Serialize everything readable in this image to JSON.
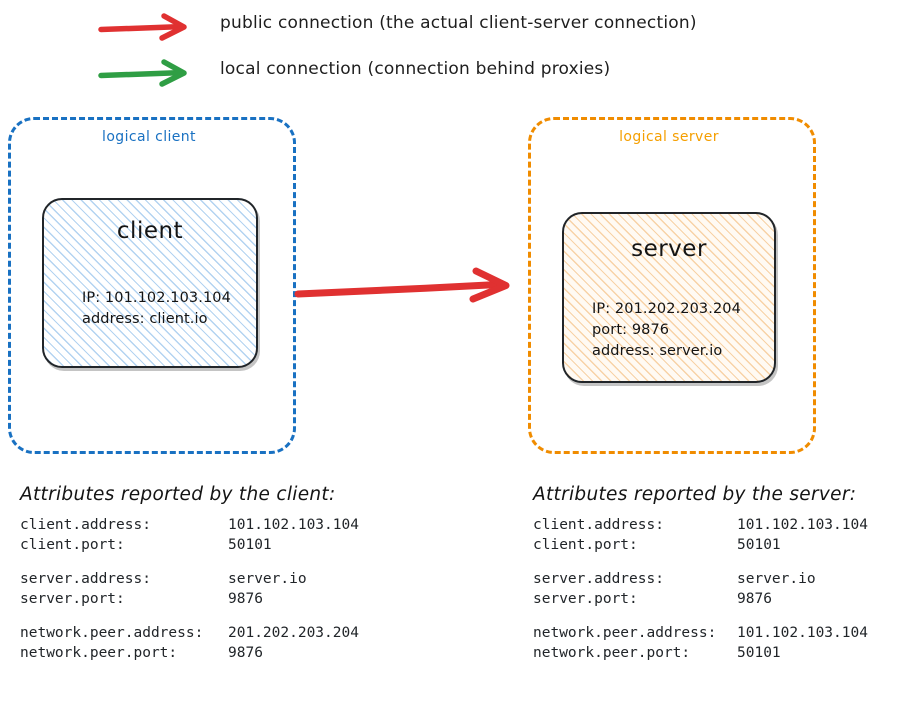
{
  "colors": {
    "public_connection": "#e03131",
    "local_connection": "#2f9e44",
    "logical_client_border": "#1971c2",
    "logical_server_border": "#f08c00",
    "logical_server_label": "#f59f00",
    "node_border": "#212529",
    "client_fill_hatch": "#74afe5",
    "server_fill_hatch": "#f0aa5a",
    "text": "#1e1e1e"
  },
  "legend": {
    "items": [
      {
        "icon": "red-arrow-icon",
        "color": "#e03131",
        "label": "public connection (the actual client-server connection)"
      },
      {
        "icon": "green-arrow-icon",
        "color": "#2f9e44",
        "label": "local connection (connection behind proxies)"
      }
    ]
  },
  "diagram": {
    "logical_client": {
      "label": "logical client",
      "node": {
        "title": "client",
        "details": [
          "IP: 101.102.103.104",
          "address: client.io"
        ]
      }
    },
    "logical_server": {
      "label": "logical server",
      "node": {
        "title": "server",
        "details": [
          "IP: 201.202.203.204",
          "port: 9876",
          "address: server.io"
        ]
      }
    },
    "main_arrow": {
      "icon": "red-arrow-icon",
      "color": "#e03131",
      "direction": "client-to-server",
      "connection_type": "public connection"
    }
  },
  "attributes": {
    "client_panel": {
      "heading": "Attributes reported by the client:",
      "groups": [
        {
          "rows": [
            {
              "key": "client.address:",
              "value": "101.102.103.104"
            },
            {
              "key": "client.port:",
              "value": "50101"
            }
          ]
        },
        {
          "rows": [
            {
              "key": "server.address:",
              "value": "server.io"
            },
            {
              "key": "server.port:",
              "value": "9876"
            }
          ]
        },
        {
          "rows": [
            {
              "key": "network.peer.address:",
              "value": "201.202.203.204"
            },
            {
              "key": "network.peer.port:",
              "value": "9876"
            }
          ]
        }
      ]
    },
    "server_panel": {
      "heading": "Attributes reported by the server:",
      "groups": [
        {
          "rows": [
            {
              "key": "client.address:",
              "value": "101.102.103.104"
            },
            {
              "key": "client.port:",
              "value": "50101"
            }
          ]
        },
        {
          "rows": [
            {
              "key": "server.address:",
              "value": "server.io"
            },
            {
              "key": "server.port:",
              "value": "9876"
            }
          ]
        },
        {
          "rows": [
            {
              "key": "network.peer.address:",
              "value": "101.102.103.104"
            },
            {
              "key": "network.peer.port:",
              "value": "50101"
            }
          ]
        }
      ]
    }
  }
}
